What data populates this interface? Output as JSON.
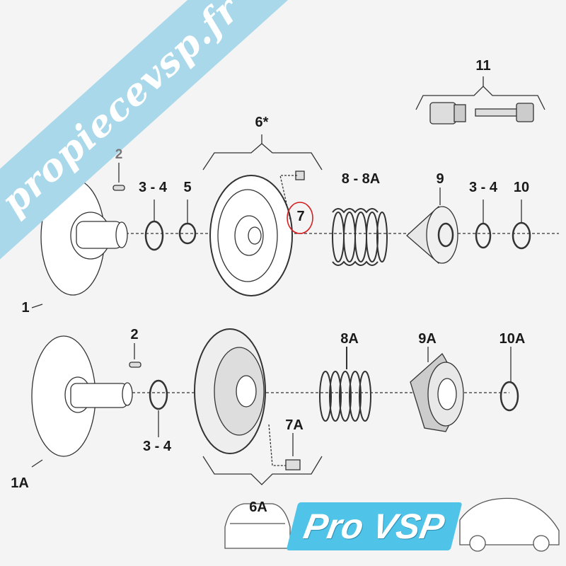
{
  "watermark": "propiecevsp.fr",
  "logo": "Pro VSP",
  "top_row": {
    "labels": [
      "1",
      "2",
      "3 - 4",
      "5",
      "6*",
      "7",
      "8 - 8A",
      "9",
      "3 - 4",
      "10",
      "11"
    ]
  },
  "bottom_row": {
    "labels": [
      "1A",
      "2",
      "3 - 4",
      "6A",
      "7A",
      "8A",
      "9A",
      "10A"
    ]
  },
  "highlight_color": "#d62020",
  "accent": "#4fc3e8"
}
